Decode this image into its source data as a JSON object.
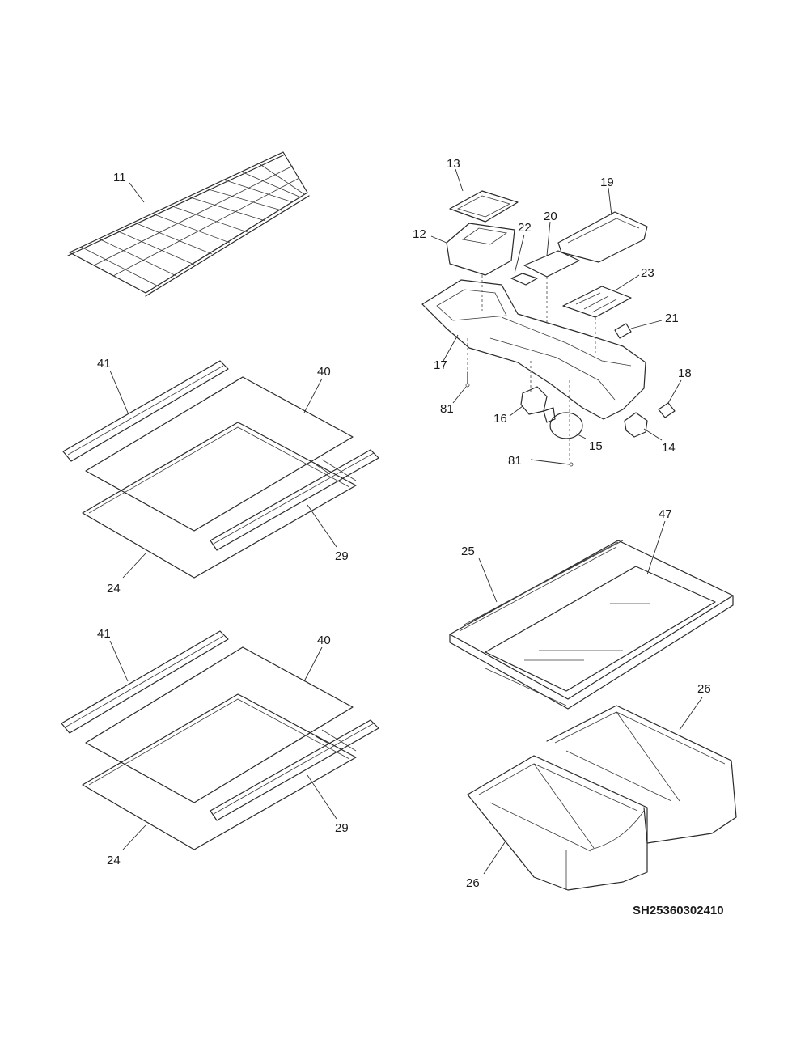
{
  "diagram": {
    "document_id": "SH25360302410",
    "callouts": {
      "c11": "11",
      "c13": "13",
      "c19": "19",
      "c12": "12",
      "c22": "22",
      "c20": "20",
      "c23": "23",
      "c21": "21",
      "c17": "17",
      "c18": "18",
      "c81a": "81",
      "c16": "16",
      "c15": "15",
      "c14": "14",
      "c81b": "81",
      "c41a": "41",
      "c40a": "40",
      "c29a": "29",
      "c24a": "24",
      "c25": "25",
      "c47": "47",
      "c41b": "41",
      "c40b": "40",
      "c29b": "29",
      "c24b": "24",
      "c26a": "26",
      "c26b": "26"
    }
  }
}
